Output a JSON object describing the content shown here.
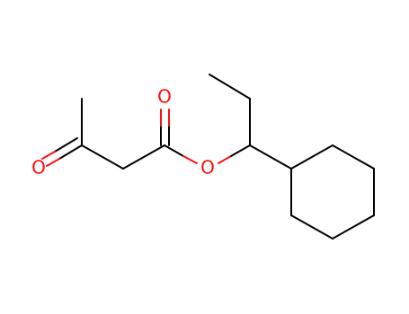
{
  "colors": {
    "carbon_bond": "#000000",
    "oxygen": "#ff0d0d",
    "background": "#ffffff"
  },
  "atoms": {
    "ketone_oxygen": "O",
    "ester_carbonyl_oxygen": "O",
    "ester_ether_oxygen": "O"
  }
}
